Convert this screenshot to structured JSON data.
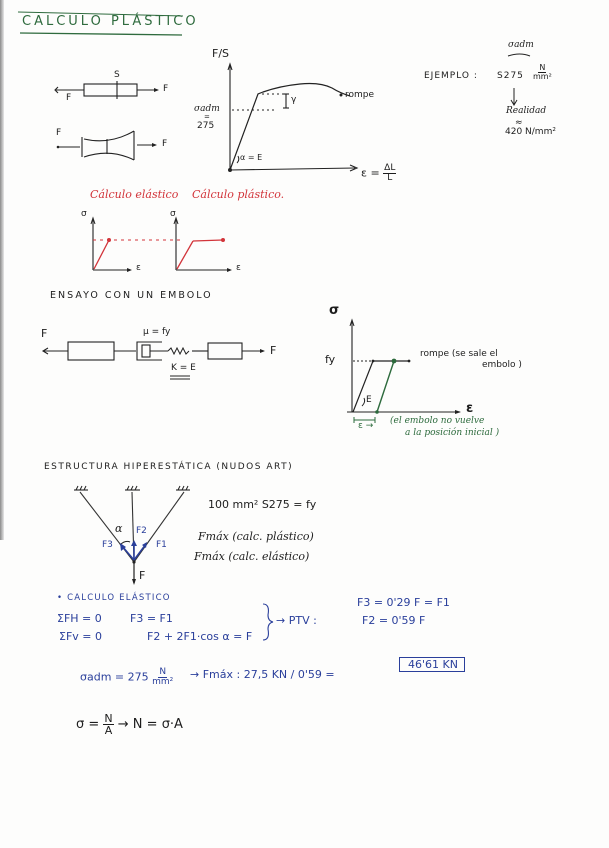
{
  "page": {
    "title": "CALCULO PLÁSTICO",
    "colors": {
      "title_green": "#2f6b3e",
      "red_ink": "#d2343a",
      "blue_ink": "#2a3f9b",
      "dark_green_ink": "#2c6a3c",
      "pencil": "#1d1d1d",
      "paper": "#fdfdfc"
    }
  },
  "section1": {
    "bar_labels": {
      "section": "S",
      "force_left": "F",
      "force_right": "F"
    },
    "necked_bar_labels": {
      "force_left": "F",
      "force_right": "F"
    },
    "stress_strain_chart": {
      "y_label": "F/S",
      "x_label": "ε = ΔL/L",
      "x_label_main": "ε =",
      "x_frac_num": "ΔL",
      "x_frac_den": "L",
      "yield_label": "σadm",
      "yield_equals": "=",
      "yield_value": "275",
      "slope_label": "α = E",
      "gap_label": "γ",
      "break_label": "rompe"
    },
    "example": {
      "label": "EJEMPLO :",
      "steel": "S275",
      "unit_num": "N",
      "unit_den": "mm²",
      "brace_label": "σadm",
      "reality_label": "Realidad",
      "approx": "≈",
      "real_value": "420 N/mm²"
    }
  },
  "section2": {
    "elastic_title": "Cálculo elástico",
    "plastic_title": "Cálculo plástico.",
    "elastic_axes": {
      "y": "σ",
      "x": "ε"
    },
    "plastic_axes": {
      "y": "σ",
      "x": "ε"
    }
  },
  "section3": {
    "heading": "ENSAYO CON UN EMBOLO",
    "model": {
      "force_left": "F",
      "force_right": "F",
      "damper_label": "μ = fy",
      "spring_label": "K = E"
    },
    "chart": {
      "y_label": "σ",
      "x_label": "ε",
      "yield_label": "fy",
      "slope_label": "E",
      "break_label": "rompe (se sale el",
      "break_label_2": "embolo )",
      "residual_label": "ε →",
      "residual_note_1": "(el embolo no vuelve",
      "residual_note_2": "a la posición inicial )"
    }
  },
  "section4": {
    "heading": "ESTRUCTURA HIPERESTÁTICA (NUDOS ART)",
    "truss": {
      "angle": "α",
      "f1": "F1",
      "f2": "F2",
      "f3": "F3",
      "load": "F"
    },
    "area_spec": "100 mm²   S275 = fy",
    "fmax_plastic": "Fmáx (calc. plástico)",
    "fmax_elastic": "Fmáx (calc. elástico)"
  },
  "section5": {
    "heading": "• CALCULO ELÁSTICO",
    "eq1_left": "ΣFH = 0",
    "eq1_right": "F3 = F1",
    "eq2_left": "ΣFv = 0",
    "eq2_right": "F2 + 2F1·cos α = F",
    "arrow_label": "→ PTV :",
    "result1": "F3 = 0'29 F = F1",
    "result2": "F2 = 0'59 F",
    "adm_label": "σadm =",
    "adm_value": "275",
    "adm_unit_num": "N",
    "adm_unit_den": "mm²",
    "fmax_expr": "→  Fmáx : 27,5 KN / 0'59  =",
    "fmax_result": "46'61 KN",
    "stress_formula_lhs": "σ =",
    "stress_num": "N",
    "stress_den": "A",
    "stress_formula_rhs": "→  N = σ·A"
  }
}
